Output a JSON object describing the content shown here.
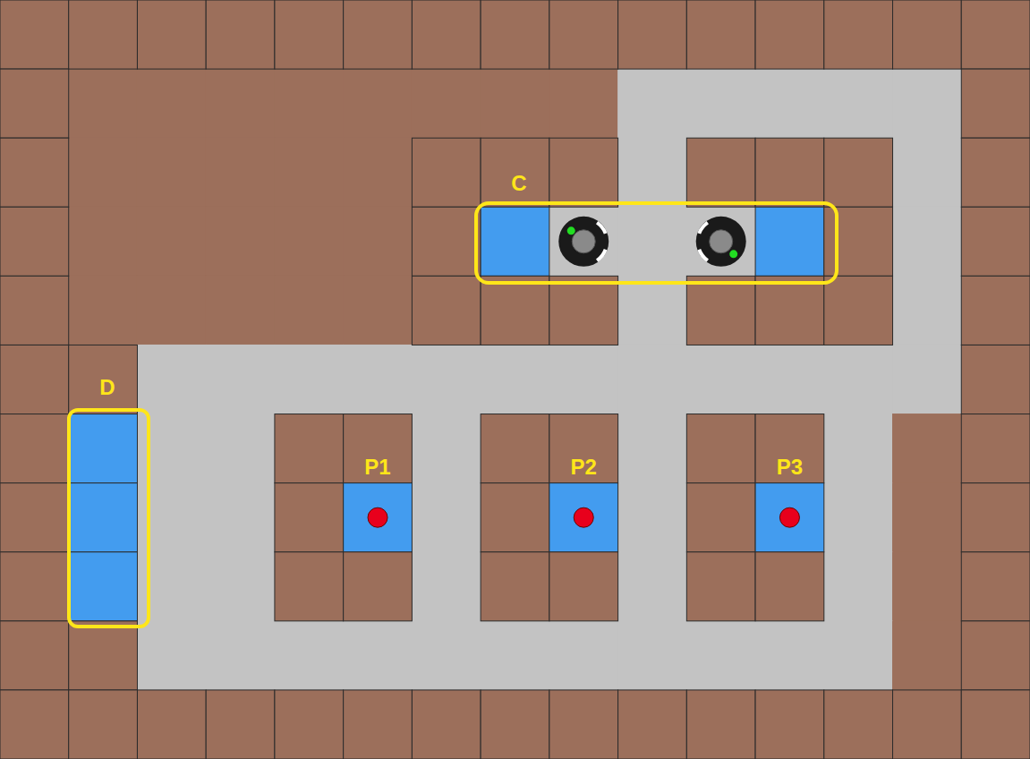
{
  "diagram": {
    "nodes": [
      {
        "text": [
          "C"
        ]
      },
      {
        "text": [
          "D"
        ]
      },
      {
        "text": [
          "P1"
        ]
      },
      {
        "text": [
          "P2"
        ]
      },
      {
        "text": [
          "P3"
        ]
      }
    ]
  }
}
